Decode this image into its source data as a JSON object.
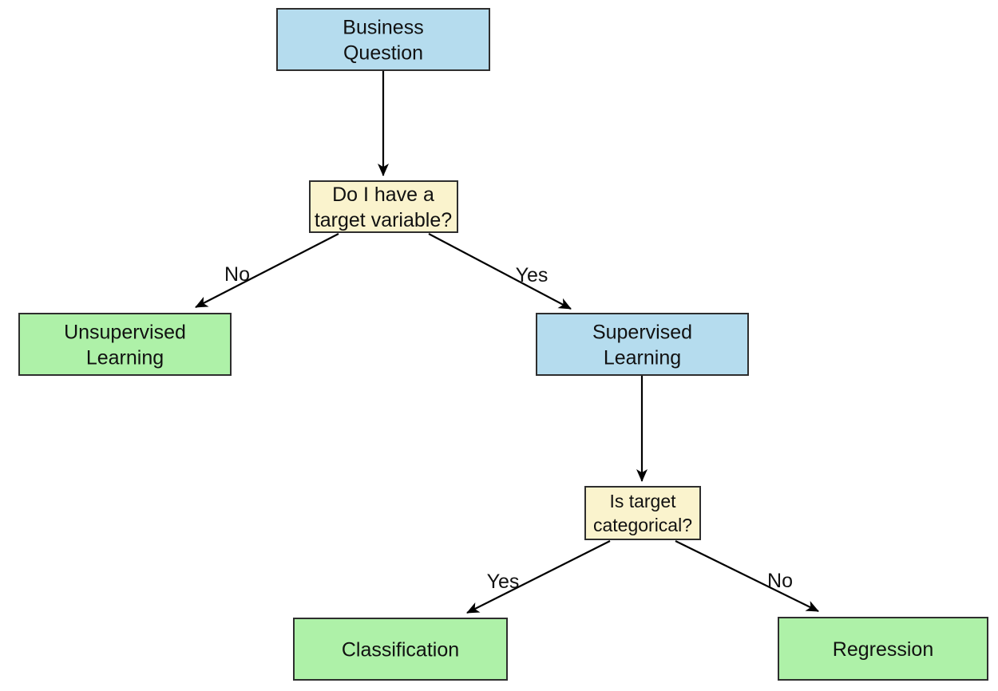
{
  "diagram": {
    "description": "Machine learning decision flowchart"
  },
  "colors": {
    "background": "#ffffff",
    "blue_node": "#b5dcee",
    "yellow_node": "#faf3cd",
    "green_node": "#aef1a8",
    "node_border": "#2e2e2e",
    "arrow": "#000000",
    "text": "#111111"
  },
  "nodes": {
    "business_question": {
      "line1": "Business",
      "line2": "Question"
    },
    "target_variable_question": {
      "line1": "Do I have a",
      "line2": "target variable?"
    },
    "unsupervised_learning": {
      "line1": "Unsupervised",
      "line2": "Learning"
    },
    "supervised_learning": {
      "line1": "Supervised",
      "line2": "Learning"
    },
    "categorical_question": {
      "line1": "Is target",
      "line2": "categorical?"
    },
    "classification": {
      "label": "Classification"
    },
    "regression": {
      "label": "Regression"
    }
  },
  "edge_labels": {
    "no_to_unsupervised": "No",
    "yes_to_supervised": "Yes",
    "yes_to_classification": "Yes",
    "no_to_regression": "No"
  }
}
